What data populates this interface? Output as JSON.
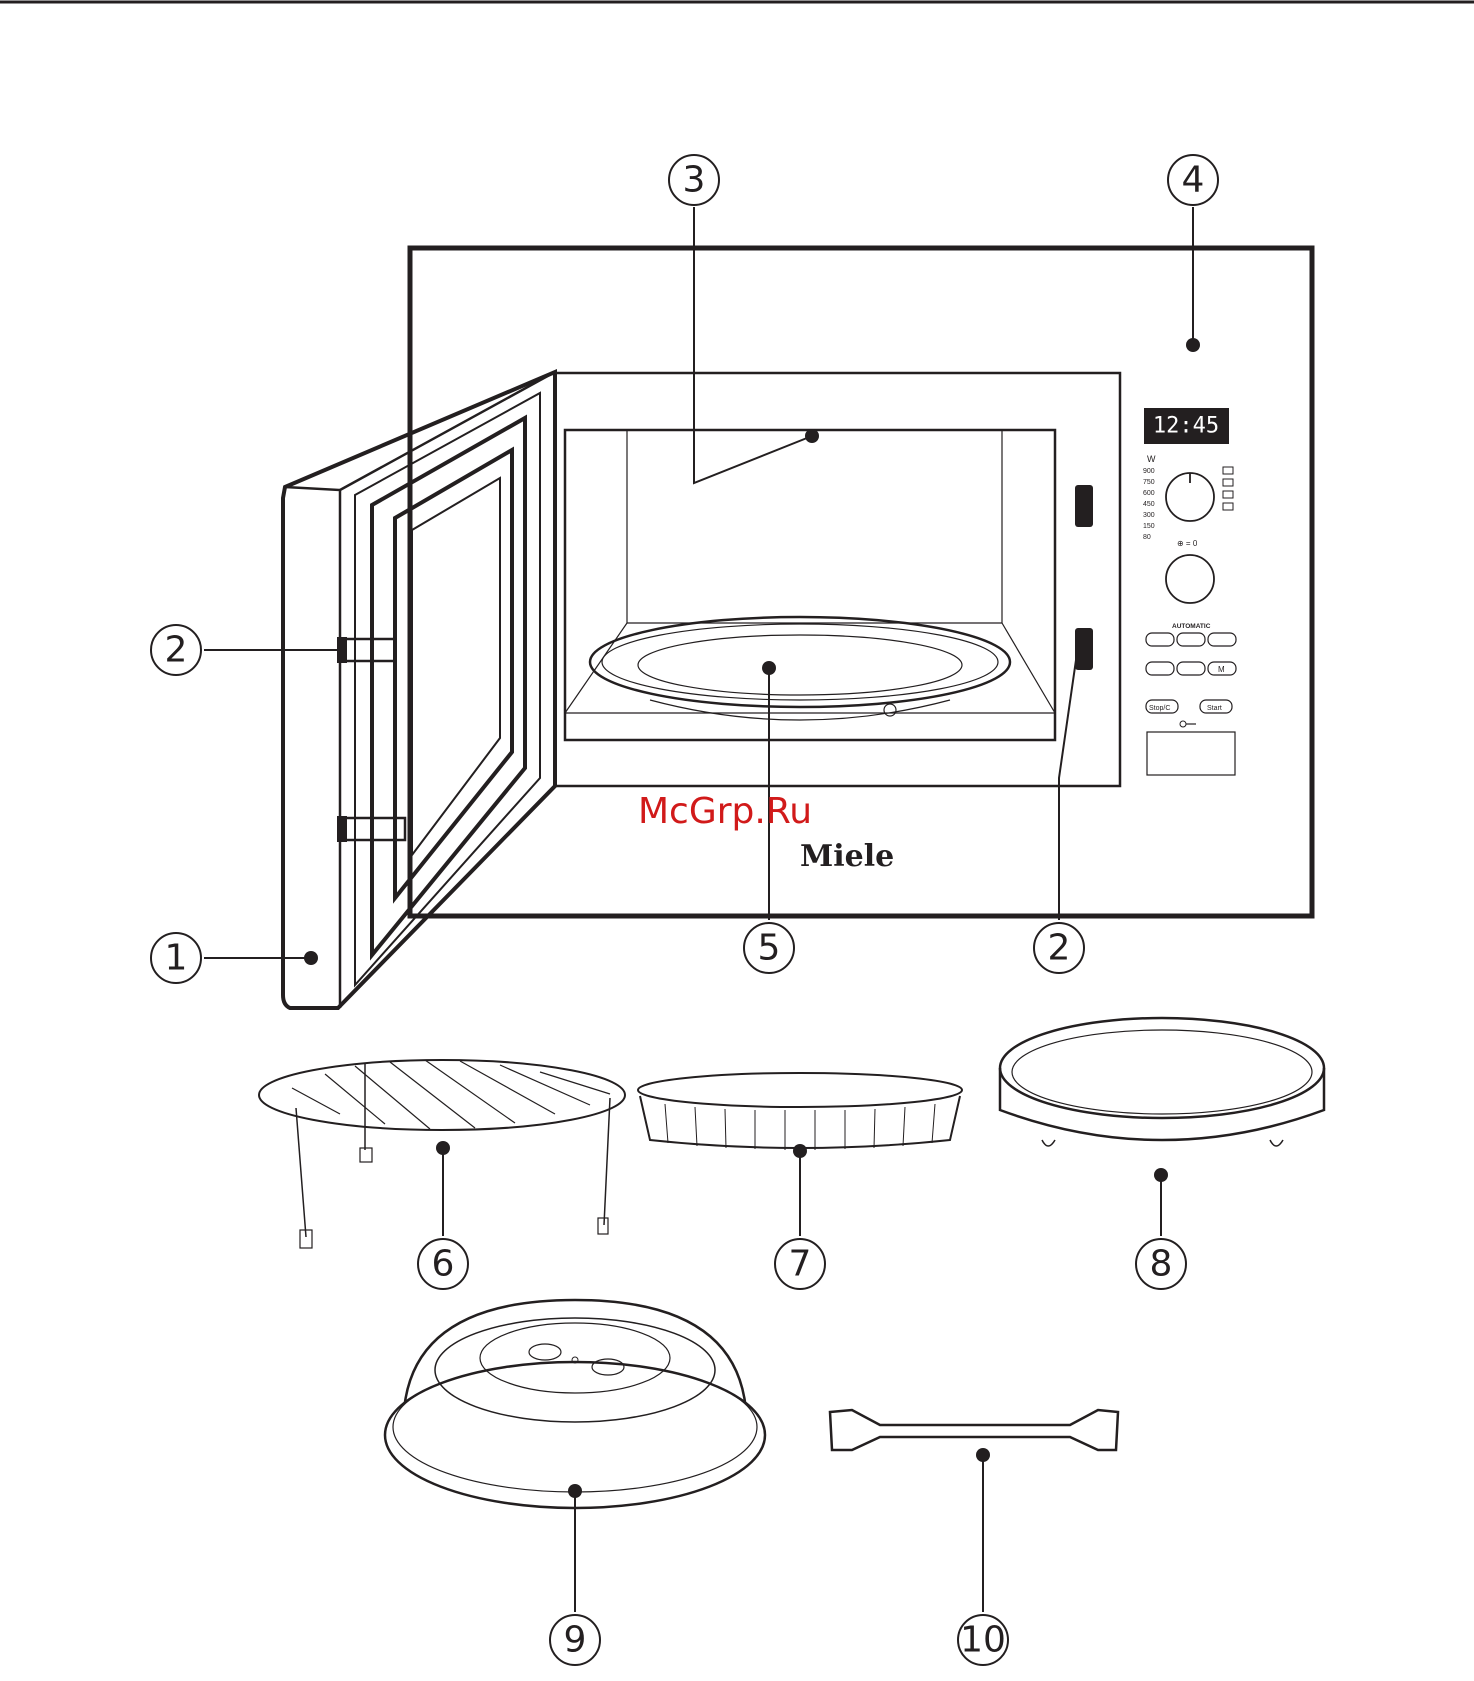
{
  "watermark": "McGrp.Ru",
  "brand": "Miele",
  "display": {
    "time": "12:45"
  },
  "panel": {
    "power_unit": "W",
    "power_levels": [
      "900",
      "750",
      "600",
      "450",
      "300",
      "150",
      "80"
    ],
    "timer_label": "⊕ = 0",
    "automatic_label": "AUTOMATIC",
    "buttons": {
      "stop_label": "Stop/C",
      "start_label": "Start",
      "memory_label": "M"
    }
  },
  "callouts": [
    {
      "id": "door",
      "label": "1"
    },
    {
      "id": "door-latch",
      "label": "2"
    },
    {
      "id": "cabinet-latch-opening",
      "label": "2"
    },
    {
      "id": "oven-interior",
      "label": "3"
    },
    {
      "id": "control-panel",
      "label": "4"
    },
    {
      "id": "glass-turntable",
      "label": "5"
    },
    {
      "id": "rack",
      "label": "6"
    },
    {
      "id": "flan-dish",
      "label": "7"
    },
    {
      "id": "turntable-support",
      "label": "8"
    },
    {
      "id": "cover",
      "label": "9"
    },
    {
      "id": "rod",
      "label": "10"
    }
  ],
  "colors": {
    "ink": "#231f20",
    "watermark": "#d11a1a",
    "display_bg": "#231f20"
  }
}
